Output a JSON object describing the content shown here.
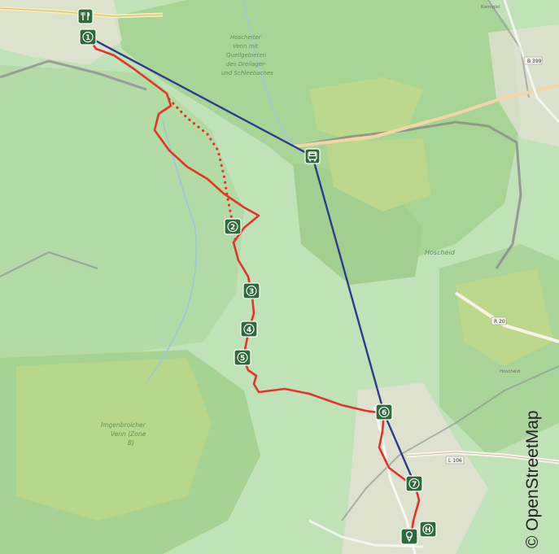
{
  "attribution": "© OpenStreetMap",
  "colors": {
    "route_walk": "#e3342a",
    "route_bus": "#2f3a8a",
    "marker": "#2f6a3b",
    "forest": "#a9d69b",
    "bog": "#b7d887"
  },
  "map_labels": {
    "venn_north_1": "Hoscheiter",
    "venn_north_2": "Venn mit",
    "venn_north_3": "Quellgebieten",
    "venn_north_4": "des Dreilager-",
    "venn_north_5": "und Schleebaches",
    "hoscheid": "Hoscheid",
    "imgen_1": "Imgenbroicher",
    "imgen_2": "Venn (Zone",
    "imgen_3": "B)",
    "kamiglel": "Kamiglel",
    "hoscheid_small": "Hoscheid"
  },
  "roads": {
    "b399": "B 399",
    "r20": "R 20",
    "l106": "L 106"
  },
  "markers": [
    {
      "id": "restaurant",
      "label": "",
      "icon": "fork-knife-icon"
    },
    {
      "id": "stop-1",
      "label": "1",
      "icon": ""
    },
    {
      "id": "bus",
      "label": "",
      "icon": "bus-icon"
    },
    {
      "id": "stop-2",
      "label": "2",
      "icon": ""
    },
    {
      "id": "stop-3",
      "label": "3",
      "icon": ""
    },
    {
      "id": "stop-4",
      "label": "4",
      "icon": ""
    },
    {
      "id": "stop-5",
      "label": "5",
      "icon": ""
    },
    {
      "id": "stop-6",
      "label": "6",
      "icon": ""
    },
    {
      "id": "stop-7",
      "label": "7",
      "icon": ""
    },
    {
      "id": "parking",
      "label": "",
      "icon": "pin-icon"
    },
    {
      "id": "bus-stop",
      "label": "H",
      "icon": ""
    }
  ]
}
